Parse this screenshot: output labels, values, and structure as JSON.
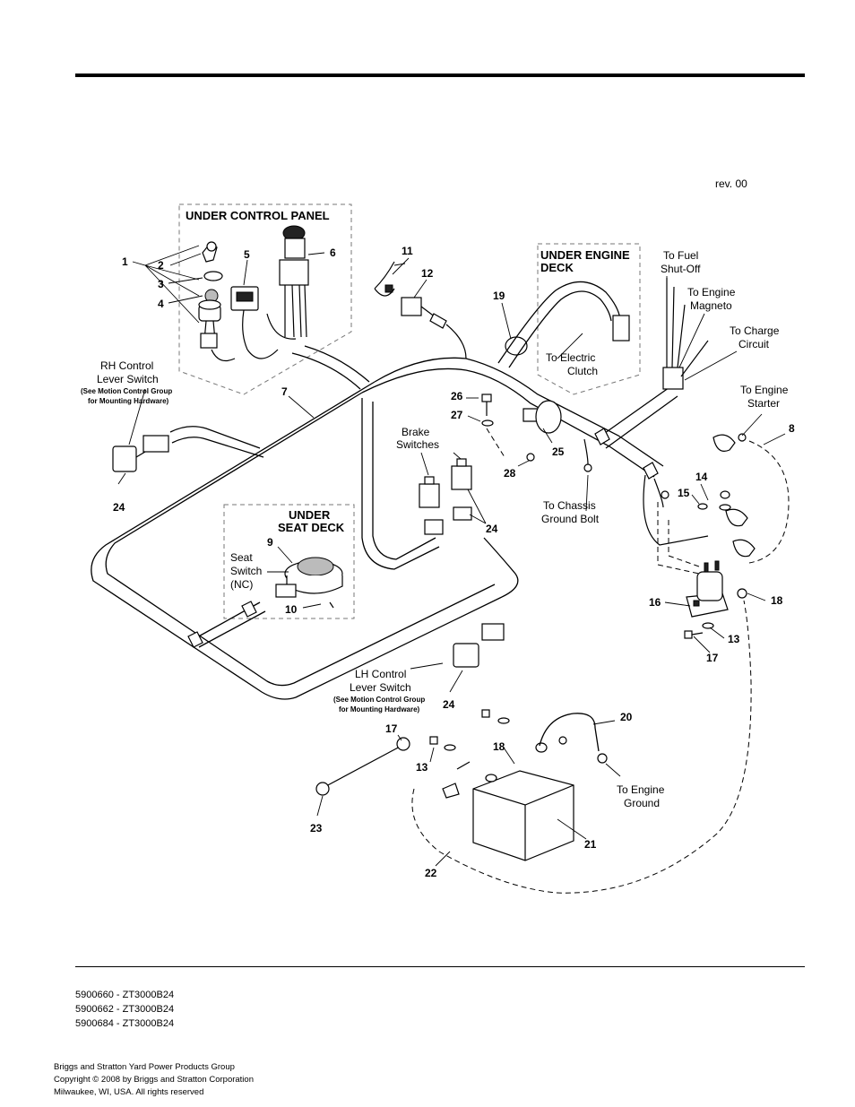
{
  "revision": "rev. 00",
  "callouts": {
    "c1": "1",
    "c2": "2",
    "c3": "3",
    "c4": "4",
    "c5": "5",
    "c6": "6",
    "c7": "7",
    "c8": "8",
    "c9": "9",
    "c10": "10",
    "c11": "11",
    "c12": "12",
    "c13a": "13",
    "c13b": "13",
    "c14": "14",
    "c15": "15",
    "c16": "16",
    "c17a": "17",
    "c17b": "17",
    "c18a": "18",
    "c18b": "18",
    "c19": "19",
    "c20": "20",
    "c21": "21",
    "c22": "22",
    "c23": "23",
    "c24a": "24",
    "c24b": "24",
    "c24c": "24",
    "c25": "25",
    "c26": "26",
    "c27": "27",
    "c28": "28"
  },
  "labels": {
    "under_control_panel": "UNDER CONTROL PANEL",
    "under_engine_deck_1": "UNDER ENGINE",
    "under_engine_deck_2": "DECK",
    "under_seat_deck_1": "UNDER",
    "under_seat_deck_2": "SEAT DECK",
    "rh_control_1": "RH Control",
    "rh_control_2": "Lever Switch",
    "rh_note_1": "(See Motion Control Group",
    "rh_note_2": "for Mounting Hardware)",
    "lh_control_1": "LH Control",
    "lh_control_2": "Lever Switch",
    "lh_note_1": "(See Motion Control Group",
    "lh_note_2": "for Mounting Hardware)",
    "seat_switch_1": "Seat",
    "seat_switch_2": "Switch",
    "seat_switch_3": "(NC)",
    "brake_switches_1": "Brake",
    "brake_switches_2": "Switches",
    "to_electric_clutch_1": "To Electric",
    "to_electric_clutch_2": "Clutch",
    "to_chassis_1": "To Chassis",
    "to_chassis_2": "Ground Bolt",
    "to_fuel_1": "To Fuel",
    "to_fuel_2": "Shut-Off",
    "to_magneto_1": "To Engine",
    "to_magneto_2": "Magneto",
    "to_charge_1": "To Charge",
    "to_charge_2": "Circuit",
    "to_starter_1": "To Engine",
    "to_starter_2": "Starter",
    "to_ground_1": "To Engine",
    "to_ground_2": "Ground"
  },
  "models": [
    "5900660 - ZT3000B24",
    "5900662 - ZT3000B24",
    "5900684 - ZT3000B24"
  ],
  "footer": [
    "Briggs and Stratton Yard Power Products Group",
    "Copyright ©  2008 by Briggs and Stratton Corporation",
    "Milwaukee, WI, USA. All rights reserved"
  ]
}
